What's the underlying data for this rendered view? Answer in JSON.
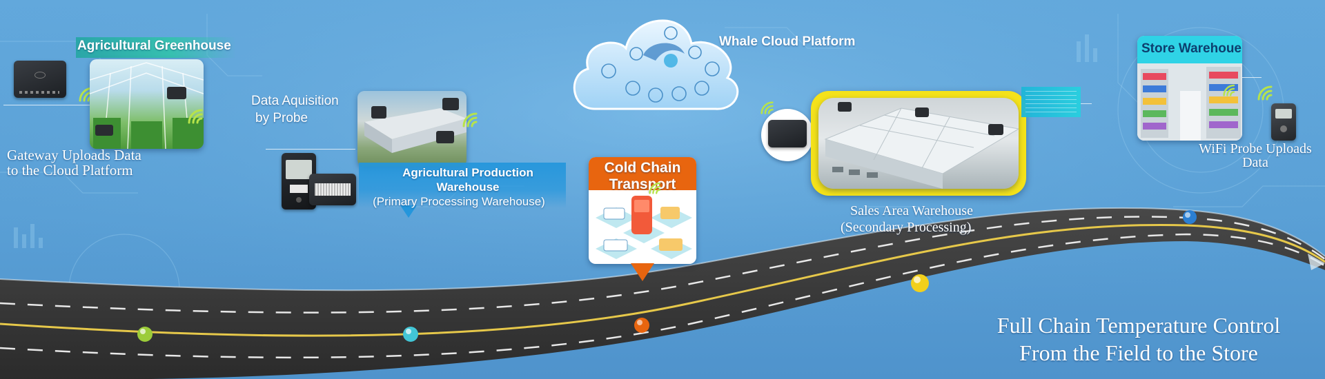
{
  "nodes": {
    "greenhouse": {
      "title": "Agricultural Greenhouse"
    },
    "gateway": {
      "line1": "Gateway Uploads Data",
      "line2": "to the Cloud Platform"
    },
    "probe": {
      "line1": "Data Aquisition",
      "line2": "by Probe"
    },
    "production": {
      "line1": "Agricultural Production",
      "line2": "Warehouse",
      "line3": "(Primary Processing Warehouse)"
    },
    "cold_chain": {
      "title": "Cold Chain Transport"
    },
    "cloud": {
      "title": "Whale Cloud Platform"
    },
    "sales": {
      "line1": "Sales Area Warehouse",
      "line2": "(Secondary Processing)"
    },
    "store": {
      "title": "Store Warehoue"
    },
    "wifi_probe": {
      "line1": "WiFi Probe Uploads",
      "line2": "Data"
    }
  },
  "tagline": {
    "line1": "Full Chain Temperature Control",
    "line2": "From the Field to the Store"
  },
  "colors": {
    "background": "#5aa0d6",
    "road": "#3a3a3a",
    "road_center_line": "#e6c84a",
    "cold_chain_orange": "#e8650f",
    "store_header_cyan": "#2fd3e6",
    "sales_frame_yellow": "#f4e21a",
    "marker_green": "#9ccc3a",
    "marker_cyan": "#42c6d6",
    "marker_orange": "#e8650f",
    "marker_yellow": "#f2d01c",
    "marker_blue": "#2b7fd3"
  }
}
